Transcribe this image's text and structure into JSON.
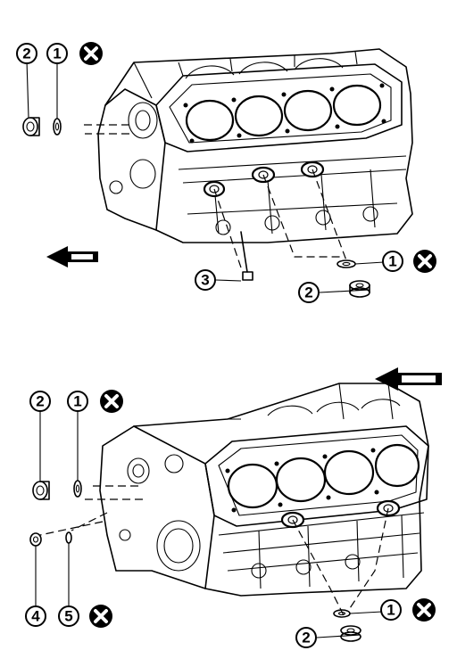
{
  "diagram": {
    "callouts": {
      "top_oil_plug": "2",
      "top_gasket": "1",
      "top_bolt": "3",
      "top_bottom_gasket": "1",
      "top_bottom_plug": "2",
      "bottom_oil_plug": "2",
      "bottom_gasket": "1",
      "bottom_plug_small": "4",
      "bottom_gasket_small": "5",
      "bottom_right_gasket": "1",
      "bottom_right_plug": "2"
    },
    "icons": [
      "non-reusable-x-icon",
      "front-direction-arrow-icon"
    ]
  }
}
